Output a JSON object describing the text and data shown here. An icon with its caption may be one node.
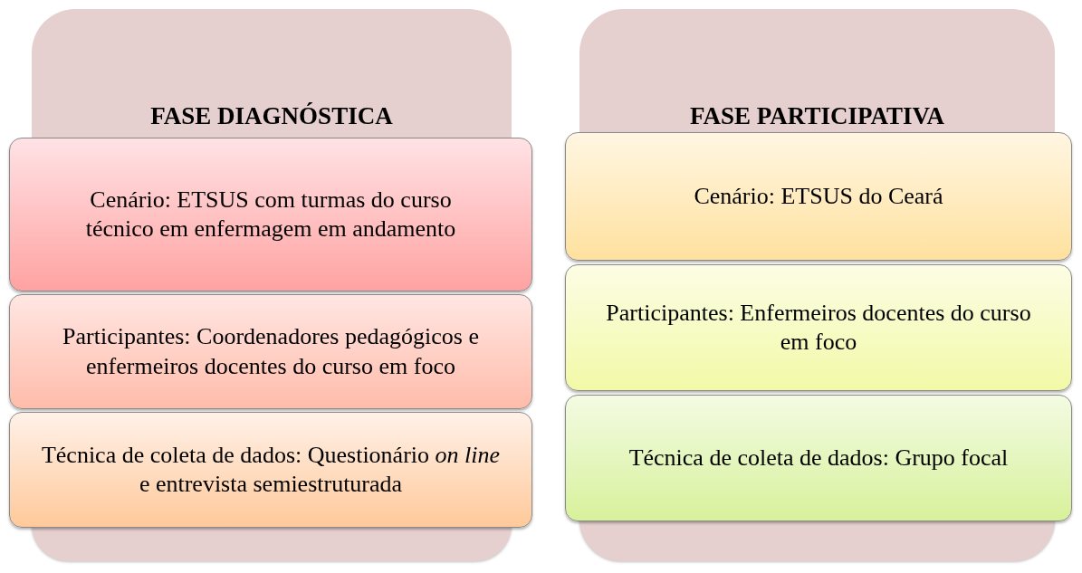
{
  "diagram": {
    "nodes": [
      {
        "text": [
          "FASE DIAGNÓSTICA"
        ]
      },
      {
        "text": [
          "Cenário: ETSUS com turmas do curso técnico em enfermagem em andamento"
        ]
      },
      {
        "text": [
          "Participantes: Coordenadores pedagógicos e enfermeiros docentes do curso em foco"
        ]
      },
      {
        "text": [
          "Técnica de coleta de dados: Questionário *on line* e entrevista semiestruturada"
        ]
      },
      {
        "text": [
          "FASE PARTICIPATIVA"
        ]
      },
      {
        "text": [
          "Cenário: ETSUS do Ceará"
        ]
      },
      {
        "text": [
          "Participantes: Enfermeiros docentes do curso em foco"
        ]
      },
      {
        "text": [
          "Técnica de coleta de dados: Grupo focal"
        ]
      }
    ]
  }
}
